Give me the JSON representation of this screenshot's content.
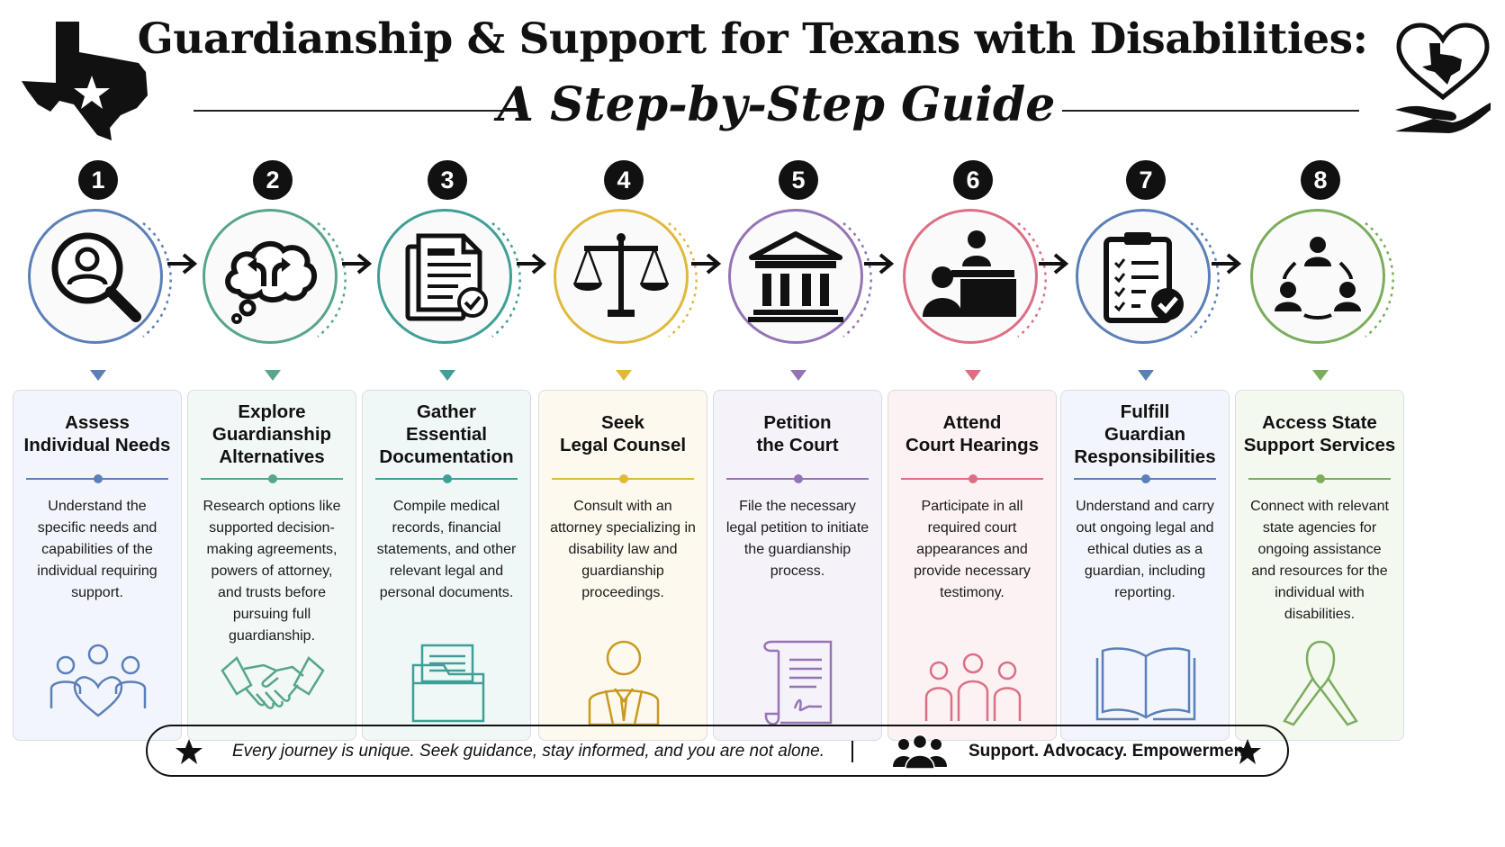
{
  "header": {
    "title": "Guardianship & Support for Texans with Disabilities:",
    "subtitle": "A Step-by-Step Guide"
  },
  "steps": [
    {
      "number": "1",
      "title": "Assess\nIndividual Needs",
      "description": "Understand the specific needs and capabilities of the individual requiring support.",
      "accent": "#5b7fb8",
      "tint": "#f2f5fc",
      "big_icon": "magnifier-person-icon",
      "small_icon": "family-heart-icon"
    },
    {
      "number": "2",
      "title": "Explore\nGuardianship\nAlternatives",
      "description": "Research options like supported decision-making agreements, powers of attorney, and trusts before pursuing full guardianship.",
      "accent": "#57a58a",
      "tint": "#f1f8f5",
      "big_icon": "thought-cloud-arrows-icon",
      "small_icon": "handshake-icon"
    },
    {
      "number": "3",
      "title": "Gather\nEssential\nDocumentation",
      "description": "Compile medical records, financial statements, and other relevant legal and personal documents.",
      "accent": "#3f9f96",
      "tint": "#eff8f7",
      "big_icon": "documents-check-icon",
      "small_icon": "folder-files-icon"
    },
    {
      "number": "4",
      "title": "Seek\nLegal Counsel",
      "description": "Consult with an attorney specializing in disability law and guardianship proceedings.",
      "accent": "#e0b93c",
      "tint": "#fdf9ee",
      "big_icon": "scales-icon",
      "small_icon": "attorney-icon"
    },
    {
      "number": "5",
      "title": "Petition\nthe Court",
      "description": "File the necessary legal petition to initiate the guardianship process.",
      "accent": "#9474b6",
      "tint": "#f6f2fa",
      "big_icon": "courthouse-icon",
      "small_icon": "scroll-icon"
    },
    {
      "number": "6",
      "title": "Attend\nCourt Hearings",
      "description": "Participate in all required court appearances and provide necessary testimony.",
      "accent": "#dc6f84",
      "tint": "#fcf1f3",
      "big_icon": "judge-hearing-icon",
      "small_icon": "group-people-icon"
    },
    {
      "number": "7",
      "title": "Fulfill\nGuardian\nResponsibilities",
      "description": "Understand and carry out ongoing legal and ethical duties as a guardian, including reporting.",
      "accent": "#5b7fb8",
      "tint": "#f2f5fc",
      "big_icon": "clipboard-check-icon",
      "small_icon": "open-book-icon"
    },
    {
      "number": "8",
      "title": "Access State\nSupport Services",
      "description": "Connect with relevant state agencies for ongoing assistance and resources for the individual with disabilities.",
      "accent": "#7aad5c",
      "tint": "#f4f9f0",
      "big_icon": "people-network-icon",
      "small_icon": "awareness-ribbon-icon"
    }
  ],
  "footer": {
    "message": "Every journey is unique.  Seek guidance, stay informed, and you are not alone.",
    "tagline": "Support. Advocacy. Empowerment."
  }
}
